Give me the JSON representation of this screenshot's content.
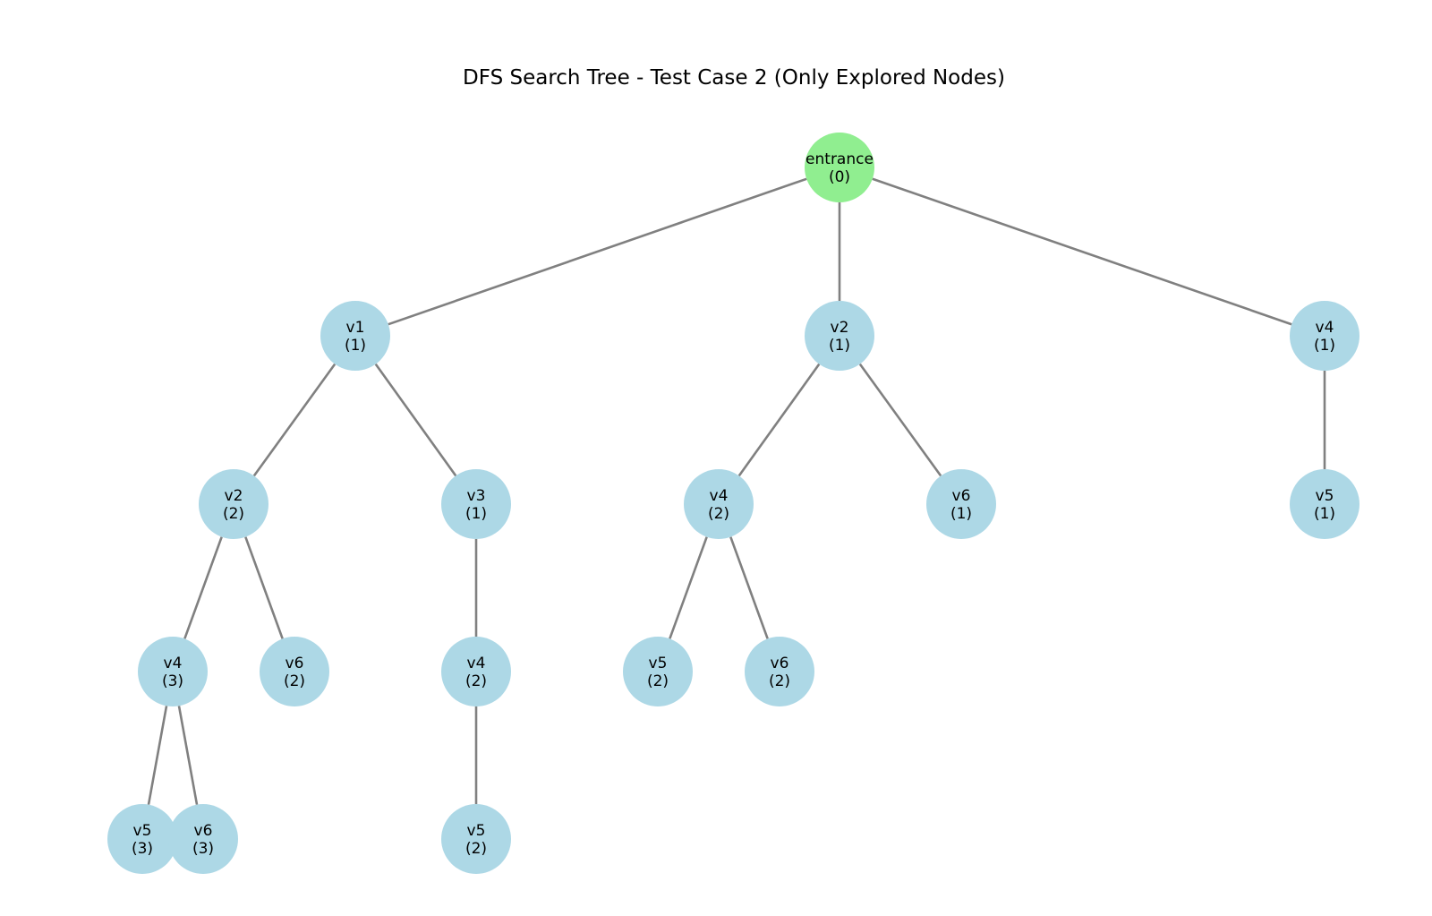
{
  "title": "DFS Search Tree - Test Case 2 (Only Explored Nodes)",
  "colors": {
    "root_fill": "#90ee90",
    "node_fill": "#add8e6",
    "edge": "#808080",
    "text": "#000000"
  },
  "nodes": [
    {
      "id": "n0",
      "name": "entrance",
      "cost": "(0)",
      "root": true
    },
    {
      "id": "n1",
      "name": "v1",
      "cost": "(1)"
    },
    {
      "id": "n2",
      "name": "v2",
      "cost": "(1)"
    },
    {
      "id": "n3",
      "name": "v4",
      "cost": "(1)"
    },
    {
      "id": "n4",
      "name": "v2",
      "cost": "(2)"
    },
    {
      "id": "n5",
      "name": "v3",
      "cost": "(1)"
    },
    {
      "id": "n6",
      "name": "v4",
      "cost": "(2)"
    },
    {
      "id": "n7",
      "name": "v6",
      "cost": "(1)"
    },
    {
      "id": "n8",
      "name": "v5",
      "cost": "(1)"
    },
    {
      "id": "n9",
      "name": "v4",
      "cost": "(3)"
    },
    {
      "id": "n10",
      "name": "v6",
      "cost": "(2)"
    },
    {
      "id": "n11",
      "name": "v4",
      "cost": "(2)"
    },
    {
      "id": "n12",
      "name": "v5",
      "cost": "(2)"
    },
    {
      "id": "n13",
      "name": "v6",
      "cost": "(2)"
    },
    {
      "id": "n14",
      "name": "v5",
      "cost": "(3)"
    },
    {
      "id": "n15",
      "name": "v6",
      "cost": "(3)"
    },
    {
      "id": "n16",
      "name": "v5",
      "cost": "(2)"
    }
  ],
  "edges": [
    [
      "n0",
      "n1"
    ],
    [
      "n0",
      "n2"
    ],
    [
      "n0",
      "n3"
    ],
    [
      "n1",
      "n4"
    ],
    [
      "n1",
      "n5"
    ],
    [
      "n2",
      "n6"
    ],
    [
      "n2",
      "n7"
    ],
    [
      "n3",
      "n8"
    ],
    [
      "n4",
      "n9"
    ],
    [
      "n4",
      "n10"
    ],
    [
      "n5",
      "n11"
    ],
    [
      "n6",
      "n12"
    ],
    [
      "n6",
      "n13"
    ],
    [
      "n9",
      "n14"
    ],
    [
      "n9",
      "n15"
    ],
    [
      "n11",
      "n16"
    ]
  ]
}
